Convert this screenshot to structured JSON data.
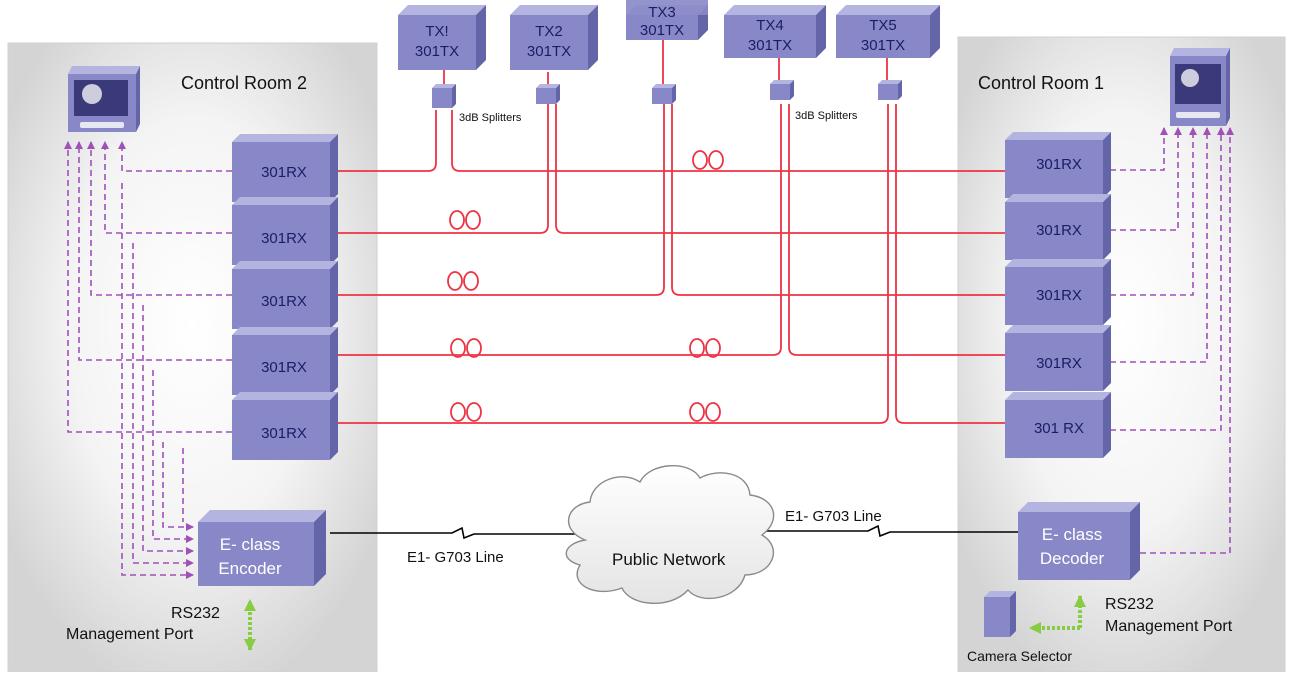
{
  "rooms": {
    "left": {
      "title": "Control Room 2"
    },
    "right": {
      "title": "Control Room 1"
    }
  },
  "transmitters": [
    {
      "line1": "TX!",
      "line2": "301TX"
    },
    {
      "line1": "TX2",
      "line2": "301TX"
    },
    {
      "line1": "TX3",
      "line2": "301TX"
    },
    {
      "line1": "TX4",
      "line2": "301TX"
    },
    {
      "line1": "TX5",
      "line2": "301TX"
    }
  ],
  "splitter_labels": [
    "3dB  Splitters",
    "3dB  Splitters"
  ],
  "left_receivers": [
    "301RX",
    "301RX",
    "301RX",
    "301RX",
    "301RX"
  ],
  "right_receivers": [
    "301RX",
    "301RX",
    "301RX",
    "301RX",
    "301 RX"
  ],
  "encoder": {
    "line1": "E- class",
    "line2": "Encoder"
  },
  "decoder": {
    "line1": "E- class",
    "line2": "Decoder"
  },
  "network": {
    "label": "Public Network"
  },
  "links": {
    "left_line": "E1- G703 Line",
    "right_line": "E1- G703 Line"
  },
  "management": {
    "left": {
      "line1": "RS232",
      "line2": "Management Port"
    },
    "right": {
      "line1": "RS232",
      "line2": "Management Port"
    }
  },
  "camera_selector": {
    "label": "Camera  Selector"
  },
  "colors": {
    "fiber": "#ee3344",
    "video_dashed": "#a050b8",
    "serial_arrow": "#88cc44",
    "box_front": "#8888c8",
    "box_top": "#b4b4e0",
    "box_side": "#6464a8",
    "box_text": "#1c1c66",
    "room_panel": "#e6e6e6"
  }
}
